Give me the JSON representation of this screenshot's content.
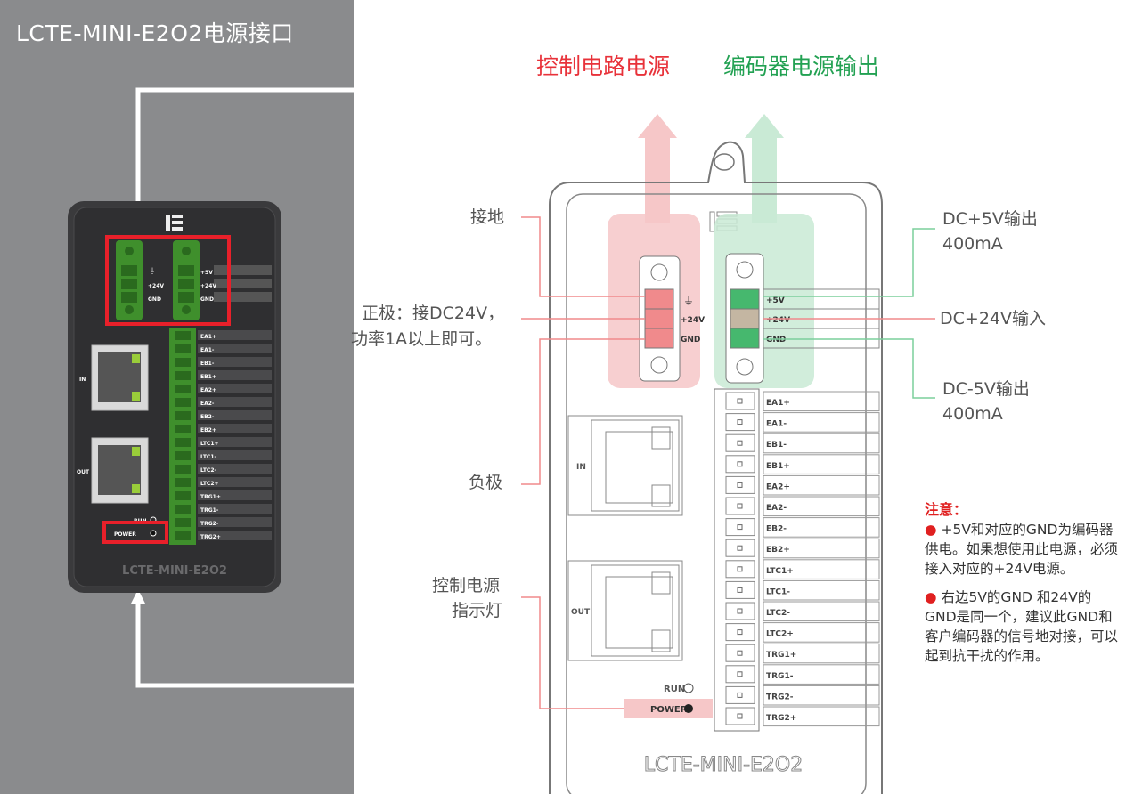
{
  "page_title": "LCTE-MINI-E2O2电源接口",
  "legend": {
    "control_power": "控制电路电源",
    "encoder_power": "编码器电源输出",
    "control_color": "#e8323a",
    "encoder_color": "#22a152"
  },
  "callouts": {
    "ground": "接地",
    "positive_line1": "正极：接DC24V，",
    "positive_line2": "功率1A以上即可。",
    "negative": "负极",
    "indicator_line1": "控制电源",
    "indicator_line2": "指示灯",
    "out_5v_line1": "DC+5V输出",
    "out_5v_line2": "400mA",
    "in_24v": "DC+24V输入",
    "out_neg5v_line1": "DC-5V输出",
    "out_neg5v_line2": "400mA"
  },
  "note": {
    "title": "注意：",
    "bullet1": "+5V和对应的GND为编码器供电。如果想使用此电源，必须接入对应的+24V电源。",
    "bullet2": "右边5V的GND 和24V的GND是同一个，建议此GND和客户编码器的信号地对接，可以起到抗干扰的作用。"
  },
  "device": {
    "model": "LCTE-MINI-E2O2",
    "power_pins_left": [
      "+24V",
      "GND"
    ],
    "power_pins_right": [
      "+5V",
      "+24V",
      "GND"
    ],
    "signal_pins": [
      "EA1+",
      "EA1-",
      "EB1-",
      "EB1+",
      "EA2+",
      "EA2-",
      "EB2-",
      "EB2+",
      "LTC1+",
      "LTC1-",
      "LTC2-",
      "LTC2+",
      "TRG1+",
      "TRG1-",
      "TRG2-",
      "TRG2+"
    ],
    "port_in": "IN",
    "port_out": "OUT",
    "run_label": "RUN",
    "power_label": "POWER"
  }
}
